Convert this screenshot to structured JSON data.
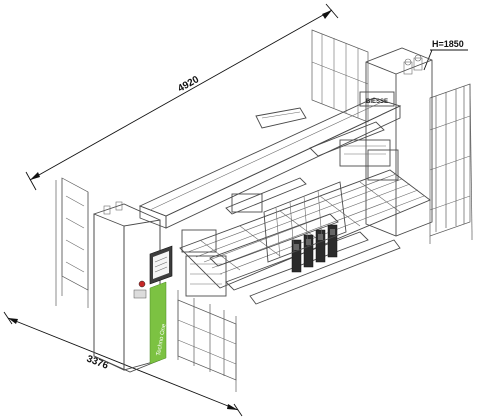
{
  "dimensions": {
    "length_label": "4920",
    "width_label": "3376",
    "height_label": "H=1850"
  },
  "brand": {
    "beam_logo": "BIESSE",
    "panel_text": "Techno One"
  },
  "colors": {
    "panel_green": "#7cc242",
    "screen_frame": "#3d3d3d",
    "unit_dark": "#2b2b2b",
    "frame_gray": "#efefef"
  }
}
